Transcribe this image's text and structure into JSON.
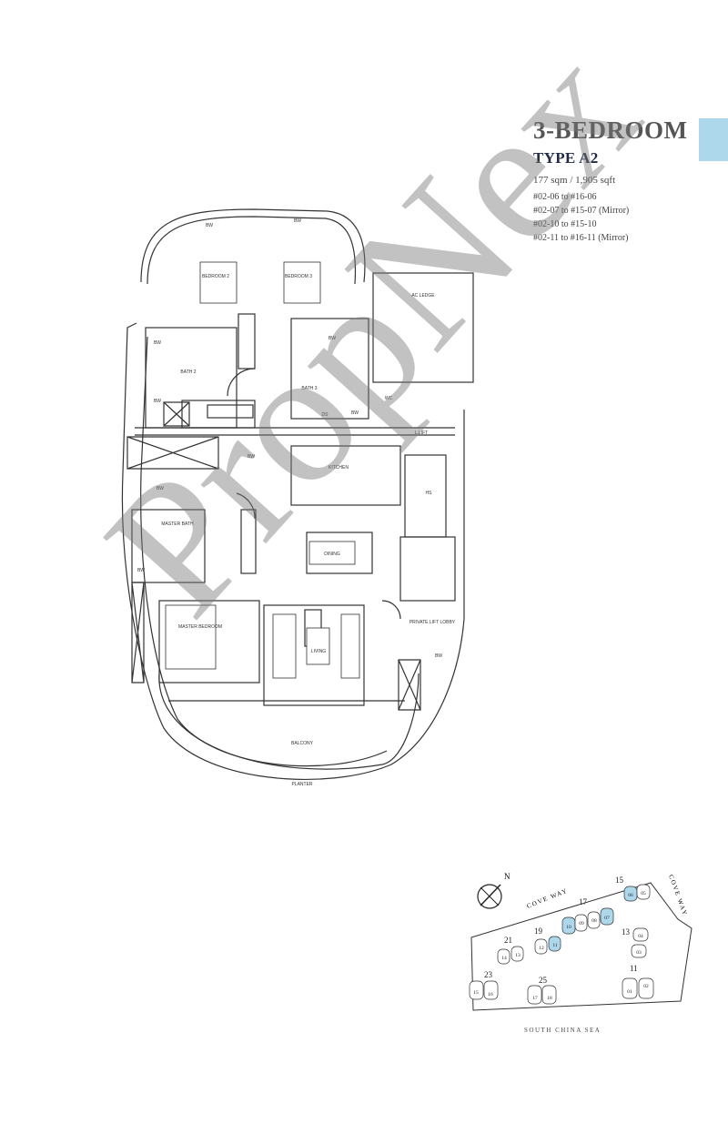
{
  "header": {
    "title": "3-BEDROOM",
    "type": "TYPE A2",
    "area": "177 sqm / 1,905 sqft",
    "units": [
      "#02-06 to #16-06",
      "#02-07 to #15-07 (Mirror)",
      "#02-10 to #15-10",
      "#02-11 to #16-11 (Mirror)"
    ]
  },
  "colors": {
    "tab": "#add8ec",
    "highlight": "#add8ec",
    "heading": "#555555",
    "type": "#1f2a44"
  },
  "rooms": {
    "bw_top1": "BW",
    "bw_top2": "BW",
    "bedroom2": "BEDROOM 2",
    "bedroom3": "BEDROOM 3",
    "ac_ledge": "AC LEDGE",
    "bath2": "BATH 2",
    "bath3": "BATH 3",
    "bw_b2a": "BW",
    "bw_b2b": "BW",
    "bw_b3": "BW",
    "ds": "DS",
    "bw_yard": "BW",
    "wc": "WC",
    "lift": "L.LIFT",
    "kitchen": "KITCHEN",
    "hs": "HS",
    "bw_mb": "BW",
    "master_bath": "MASTER BATH",
    "bw_mb2": "BW",
    "dining": "DINING",
    "master_bedroom": "MASTER BEDROOM",
    "living": "LIVING",
    "private_lift_lobby": "PRIVATE LIFT LOBBY",
    "bw_lobby": "BW",
    "bw_side": "BW",
    "balcony": "BALCONY",
    "planter": "PLANTER"
  },
  "keyplan": {
    "roads": [
      "COVE WAY",
      "COVE WAY"
    ],
    "sea": "SOUTH CHINA SEA",
    "north": "N",
    "blocks": [
      "15",
      "17",
      "19",
      "21",
      "13",
      "23",
      "25",
      "11"
    ],
    "units": [
      "05",
      "06",
      "10",
      "09",
      "08",
      "07",
      "12",
      "11",
      "14",
      "13",
      "04",
      "03",
      "15",
      "16",
      "17",
      "18",
      "01",
      "02"
    ]
  },
  "watermark": "PropNex"
}
